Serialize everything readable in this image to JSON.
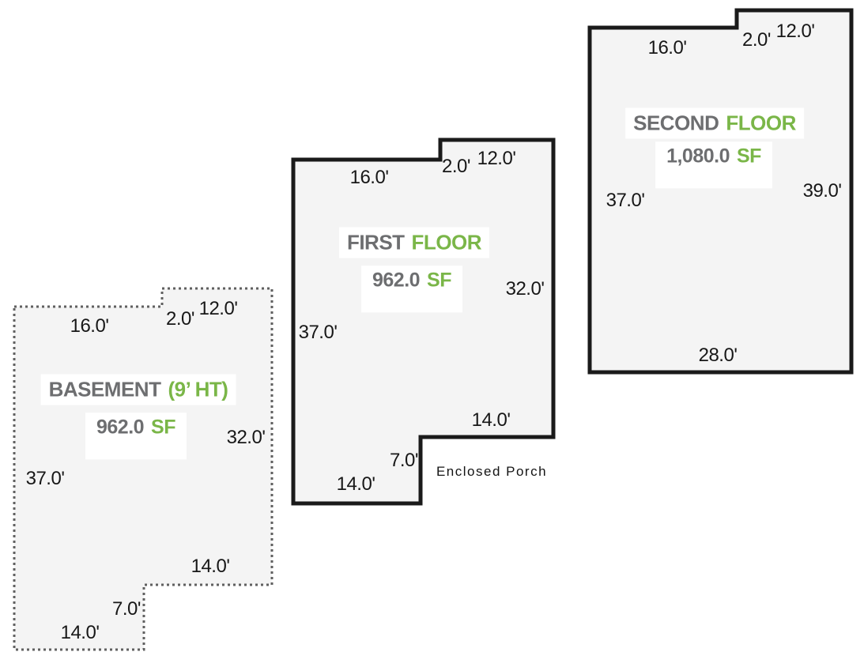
{
  "diagram_title": "Stacked floor plan sketch",
  "colors": {
    "title_gray": "#6d6e70",
    "accent_green": "#7ab648",
    "dimension_text": "#171717",
    "floor_fill": "#f4f4f4",
    "solid_outline": "#1a1a1a",
    "dashed_outline": "#606060",
    "label_background": "#ffffff"
  },
  "floors": [
    {
      "id": "basement",
      "name_gray": "BASEMENT",
      "name_green": "(9’ HT)",
      "area_value": "962.0",
      "area_unit": "SF",
      "outline": "dashed",
      "dims": {
        "top": "16.0'",
        "notch_height": "2.0'",
        "notch_top": "12.0'",
        "left": "37.0'",
        "right": "32.0'",
        "bottom_right": "14.0'",
        "step": "7.0'",
        "bottom_left": "14.0'"
      }
    },
    {
      "id": "first-floor",
      "name_gray": "FIRST",
      "name_green": "FLOOR",
      "area_value": "962.0",
      "area_unit": "SF",
      "outline": "solid",
      "porch_label": "Enclosed Porch",
      "dims": {
        "top": "16.0'",
        "notch_height": "2.0'",
        "notch_top": "12.0'",
        "left": "37.0'",
        "right": "32.0'",
        "bottom_right": "14.0'",
        "step": "7.0'",
        "bottom_left": "14.0'"
      }
    },
    {
      "id": "second-floor",
      "name_gray": "SECOND",
      "name_green": "FLOOR",
      "area_value": "1,080.0",
      "area_unit": "SF",
      "outline": "solid",
      "dims": {
        "top": "16.0'",
        "notch_height": "2.0'",
        "notch_top": "12.0'",
        "left": "37.0'",
        "right": "39.0'",
        "bottom": "28.0'"
      }
    }
  ]
}
